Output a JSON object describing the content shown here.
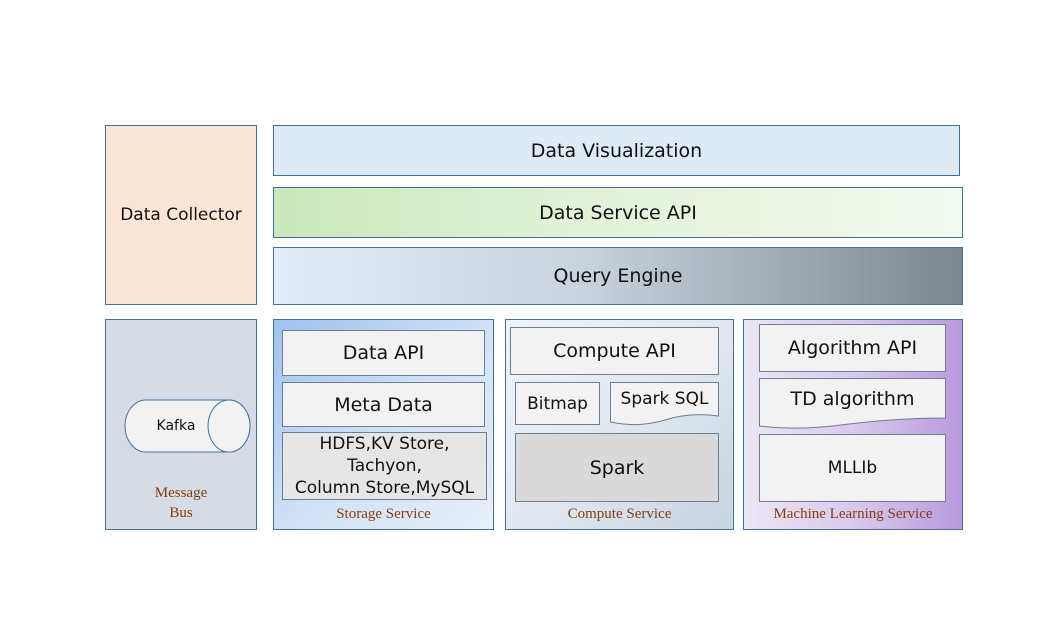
{
  "diagram": {
    "data_collector": "Data Collector",
    "data_visualization": "Data Visualization",
    "data_service_api": "Data Service API",
    "query_engine": "Query Engine",
    "message_bus": {
      "kafka": "Kafka",
      "caption_line1": "Message",
      "caption_line2": "Bus"
    },
    "storage_service": {
      "caption": "Storage Service",
      "data_api": "Data API",
      "meta_data": "Meta Data",
      "stores_line1": "HDFS,KV Store,",
      "stores_line2": "Tachyon,",
      "stores_line3": "Column Store,MySQL"
    },
    "compute_service": {
      "caption": "Compute Service",
      "compute_api": "Compute API",
      "bitmap": "Bitmap",
      "spark_sql": "Spark SQL",
      "spark": "Spark"
    },
    "ml_service": {
      "caption": "Machine Learning Service",
      "algorithm_api": "Algorithm API",
      "td_algorithm": "TD algorithm",
      "mllib": "MLLIb"
    }
  },
  "colors": {
    "data_collector": "#fbe5d6",
    "data_visualization": "#deebf7",
    "message_bus_bg": "#d6dce5",
    "caption": "#843c0c",
    "border": "#41719c"
  }
}
